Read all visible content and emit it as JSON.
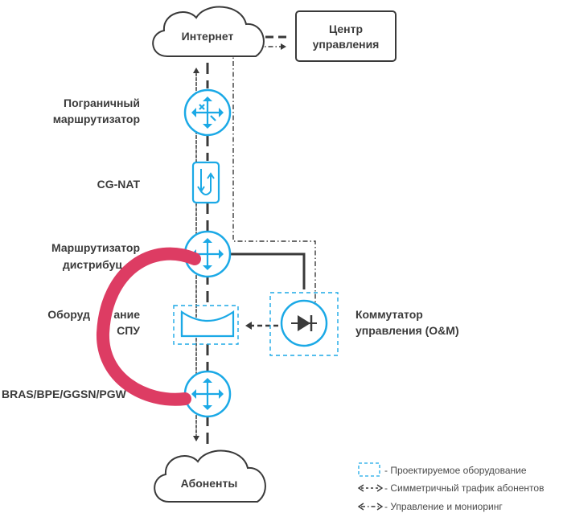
{
  "colors": {
    "accent": "#1ba9e6",
    "line": "#3a3a3a",
    "annotation": "#dd3c63",
    "text": "#3b3b3b"
  },
  "nodes": {
    "internet": "Интернет",
    "control_center_line1": "Центр",
    "control_center_line2": "управления",
    "border_router_line1": "Пограничный",
    "border_router_line2": "маршрутизатор",
    "cgnat": "CG-NAT",
    "dist_router_line1": "Маршрутизатор",
    "dist_router_line2": "дистрибуц",
    "spu_line1": "Оборуд",
    "spu_line1b": "ание",
    "spu_line2": "СПУ",
    "bras": "BRAS/BPE/GGSN/PGW",
    "mgmt_switch_line1": "Коммутатор",
    "mgmt_switch_line2": "управления (O&M)",
    "subscribers": "Абоненты"
  },
  "legend": {
    "designed": "- Проектируемое оборудование",
    "symmetric": "- Симметричный трафик абонентов",
    "management": "- Управление и мониоринг"
  },
  "icons": {
    "router": "router-icon",
    "cgnat": "cgnat-icon",
    "dpi": "dpi-box-icon",
    "diode": "diode-switch-icon",
    "cloud": "cloud-icon"
  }
}
